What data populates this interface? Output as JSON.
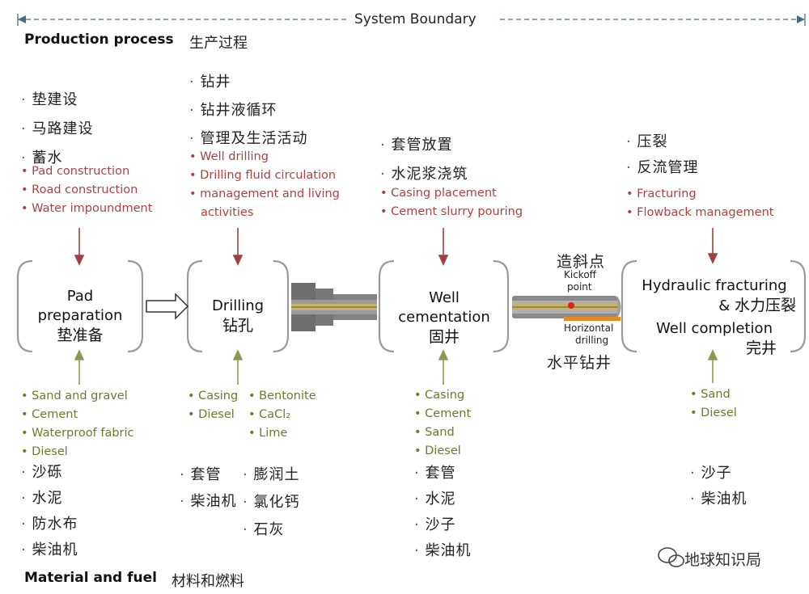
{
  "boundary": {
    "label": "System Boundary"
  },
  "production": {
    "title": "Production process",
    "title_zh": "生产过程"
  },
  "material": {
    "title": "Material and fuel",
    "title_zh": "材料和燃料"
  },
  "stages": {
    "pad": {
      "name": "Pad",
      "name2": "preparation",
      "name_zh": "垫准备",
      "process_zh": [
        "垫建设",
        "马路建设",
        "蓄水"
      ],
      "process_en": [
        "Pad construction",
        "Road construction",
        "Water impoundment"
      ],
      "materials_en": [
        "Sand and gravel",
        "Cement",
        "Waterproof fabric",
        "Diesel"
      ],
      "materials_zh": [
        "沙砾",
        "水泥",
        "防水布",
        "柴油机"
      ]
    },
    "drilling": {
      "name": "Drilling",
      "name_zh": "钻孔",
      "process_zh": [
        "钻井",
        "钻井液循环",
        "管理及生活活动"
      ],
      "process_en": [
        "Well drilling",
        "Drilling fluid circulation",
        "management and living",
        "activities"
      ],
      "materials_en_left": [
        "Casing",
        "Diesel"
      ],
      "materials_en_right": [
        "Bentonite",
        "CaCl₂",
        "Lime"
      ],
      "materials_zh_left": [
        "套管",
        "柴油机"
      ],
      "materials_zh_right": [
        "膨润土",
        "氯化钙",
        "石灰"
      ]
    },
    "cementation": {
      "name": "Well",
      "name2": "cementation",
      "name_zh": "固井",
      "process_zh": [
        "套管放置",
        "水泥浆浇筑"
      ],
      "process_en": [
        "Casing placement",
        "Cement slurry pouring"
      ],
      "materials_en": [
        "Casing",
        "Cement",
        "Sand",
        "Diesel"
      ],
      "materials_zh": [
        "套管",
        "水泥",
        "沙子",
        "柴油机"
      ]
    },
    "fracturing": {
      "name": "Hydraulic fracturing",
      "name_amp": "&",
      "name_zh": "水力压裂",
      "name2": "Well completion",
      "name2_zh": "完井",
      "process_zh": [
        "压裂",
        "反流管理"
      ],
      "process_en": [
        "Fracturing",
        "Flowback management"
      ],
      "materials_en": [
        "Sand",
        "Diesel"
      ],
      "materials_zh": [
        "沙子",
        "柴油机"
      ]
    }
  },
  "wellbore": {
    "kickoff_zh": "造斜点",
    "kickoff_en1": "Kickoff",
    "kickoff_en2": "point",
    "horizontal_en1": "Horizontal",
    "horizontal_en2": "drilling",
    "horizontal_zh": "水平钻井"
  },
  "watermark": {
    "text": "地球知识局"
  },
  "colors": {
    "process_red": "#b04040",
    "material_green": "#6b7a30",
    "arrow_red": "#a04040",
    "arrow_green": "#8a9a50",
    "bracket": "#999999",
    "steel": "#707070",
    "core": "#c8b460"
  }
}
